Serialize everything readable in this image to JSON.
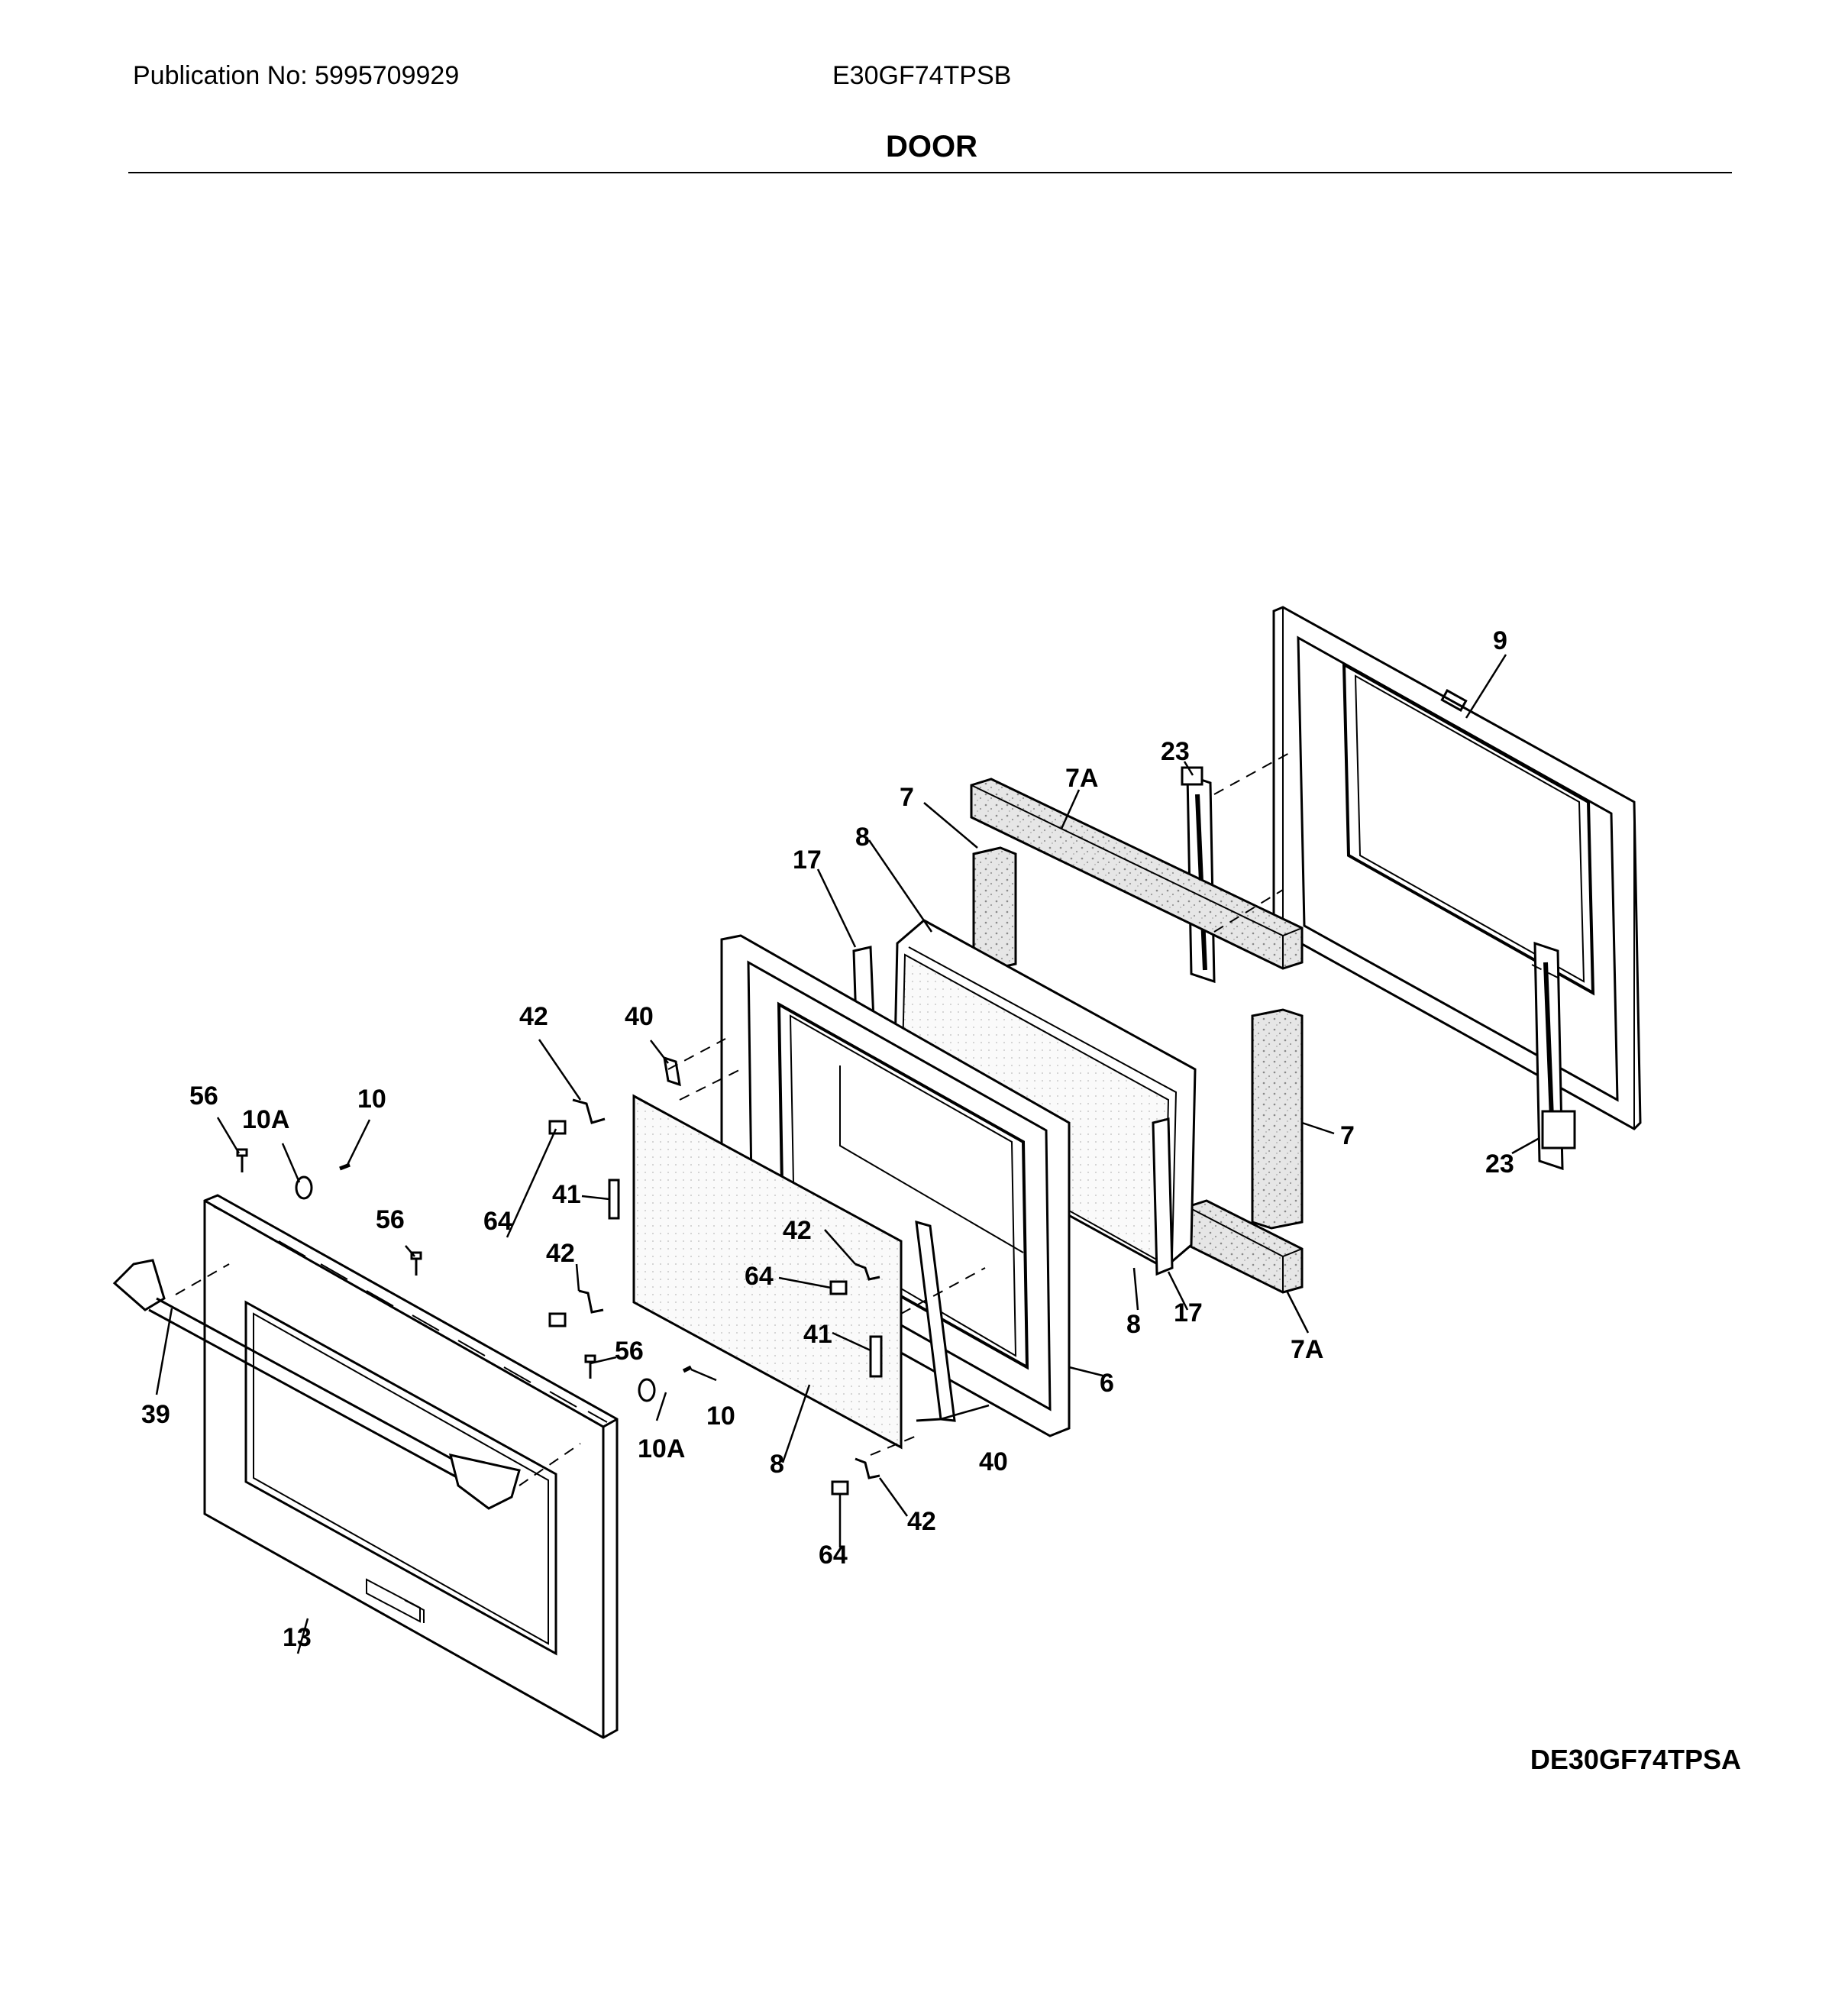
{
  "header": {
    "publication": "Publication No: 5995709929",
    "model": "E30GF74TPSB",
    "title": "DOOR"
  },
  "diagram_code": "DE30GF74TPSA",
  "callouts": {
    "c9": "9",
    "c23a": "23",
    "c23b": "23",
    "c7Aa": "7A",
    "c7Ab": "7A",
    "c7a": "7",
    "c7b": "7",
    "c8a": "8",
    "c8b": "8",
    "c8c": "8",
    "c17a": "17",
    "c17b": "17",
    "c6": "6",
    "c42a": "42",
    "c42b": "42",
    "c42c": "42",
    "c42d": "42",
    "c40a": "40",
    "c40b": "40",
    "c41a": "41",
    "c41b": "41",
    "c64a": "64",
    "c64b": "64",
    "c64c": "64",
    "c56a": "56",
    "c56b": "56",
    "c56c": "56",
    "c10Aa": "10A",
    "c10Ab": "10A",
    "c10a": "10",
    "c10b": "10",
    "c39": "39",
    "c13": "13"
  }
}
